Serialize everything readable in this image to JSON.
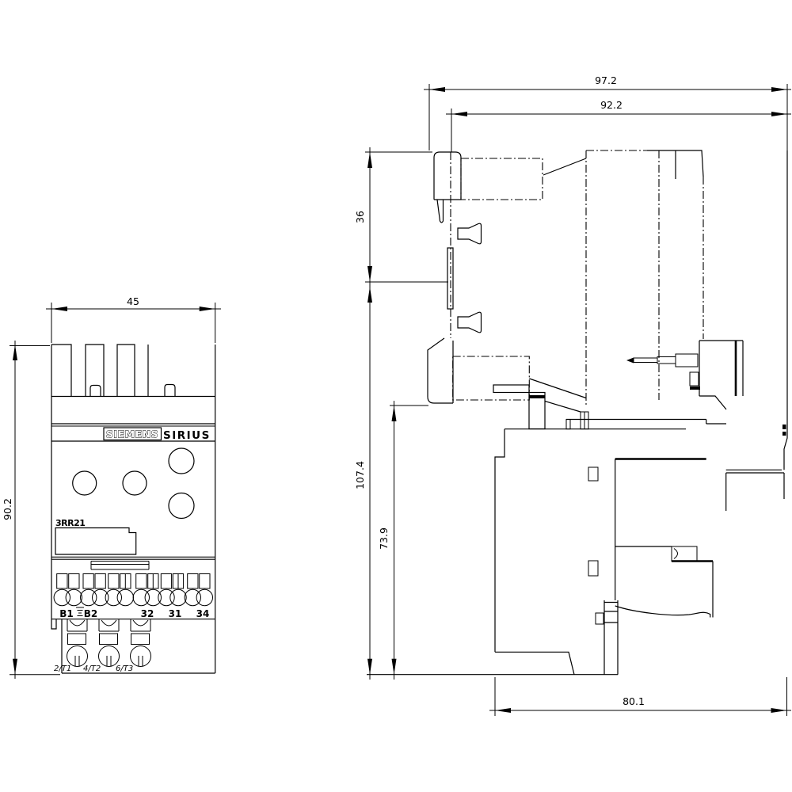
{
  "front_view": {
    "dim_width": "45",
    "dim_height": "90.2",
    "brand": "SIEMENS",
    "series": "SIRIUS",
    "model": "3RR21",
    "terminals": {
      "b1": "B1",
      "b2": "B2",
      "t32": "32",
      "t31": "31",
      "t34": "34"
    },
    "bottom_terminals": {
      "t1": "2/T1",
      "t2": "4/T2",
      "t3": "6/T3"
    }
  },
  "side_view": {
    "dim_depth_total": "97.2",
    "dim_depth_from_rail": "92.2",
    "dim_rail_zone": "36",
    "dim_height_total": "107.4",
    "dim_height_lower": "73.9",
    "dim_base_depth": "80.1"
  },
  "symbols": {
    "b1_b2_marker": "stacked-marks-symbol"
  },
  "colors": {
    "line": "#000000",
    "background": "#ffffff"
  }
}
